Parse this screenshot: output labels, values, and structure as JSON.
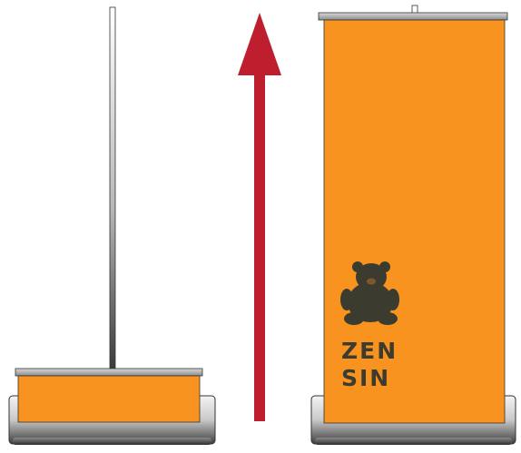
{
  "colors": {
    "banner_orange": "#f7931e",
    "arrow_red": "#be1e2d",
    "logo_dark": "#3b3b2f",
    "metal_light": "#e6e6e6",
    "metal_dark": "#555555"
  },
  "left_stand": {
    "state": "retracted",
    "icon": "rollup-banner-stand-retracted"
  },
  "arrow": {
    "icon": "arrow-up-icon",
    "direction": "up"
  },
  "right_stand": {
    "state": "extended",
    "icon": "rollup-banner-stand-extended",
    "logo": {
      "icon": "teddy-bear-icon",
      "text_line1": "ZEN",
      "text_line2": "SIN"
    }
  }
}
